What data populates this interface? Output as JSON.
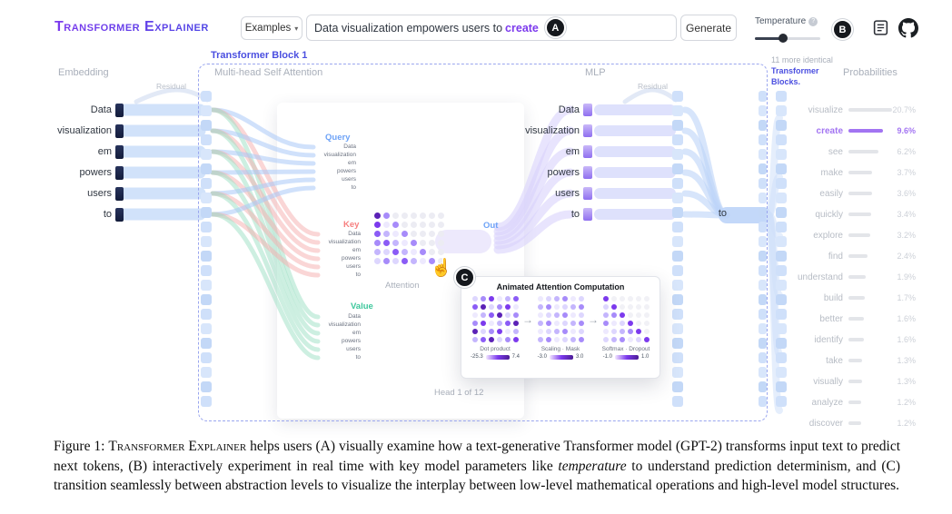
{
  "colors": {
    "accent_purple": "#7c3aed",
    "block_blue": "#4b4fe0",
    "query_blue": "#6ea3f7",
    "key_red": "#f77f7f",
    "value_green": "#3ec79c",
    "flow_blue": "#cfe0fa"
  },
  "header": {
    "logo": "Transformer Explainer",
    "examples_label": "Examples",
    "input_text": "Data visualization empowers users to",
    "input_highlight": "create",
    "badge_a": "A",
    "badge_b": "B",
    "badge_c": "C",
    "generate_label": "Generate",
    "temperature_label": "Temperature"
  },
  "diagram": {
    "embedding_label": "Embedding",
    "residual_label_left": "Residual",
    "residual_label_right": "Residual",
    "block_label": "Transformer Block 1",
    "attention_label": "Multi-head Self Attention",
    "mlp_label": "MLP",
    "probabilities_label": "Probabilities",
    "more_blocks_line1": "11 more identical",
    "more_blocks_line2": "Transformer",
    "more_blocks_line3": "Blocks.",
    "tokens": [
      "Data",
      "visualization",
      "em",
      "powers",
      "users",
      "to"
    ],
    "to_token": "to",
    "query_label": "Query",
    "key_label": "Key",
    "value_label": "Value",
    "out_label": "Out",
    "attention_caption": "Attention",
    "head_label": "Head 1 of 12"
  },
  "popup": {
    "title": "Animated Attention Computation",
    "matrices": [
      {
        "label": "Dot product",
        "min": "-25.3",
        "max": "7.4"
      },
      {
        "label": "Scaling · Mask",
        "min": "-3.0",
        "max": "3.0"
      },
      {
        "label": "Softmax · Dropout",
        "min": "-1.0",
        "max": "1.0"
      }
    ]
  },
  "probabilities": {
    "items": [
      {
        "token": "visualize",
        "pct": "20.7%",
        "bar": 56
      },
      {
        "token": "create",
        "pct": "9.6%",
        "bar": 38
      },
      {
        "token": "see",
        "pct": "6.2%",
        "bar": 33
      },
      {
        "token": "make",
        "pct": "3.7%",
        "bar": 26
      },
      {
        "token": "easily",
        "pct": "3.6%",
        "bar": 26
      },
      {
        "token": "quickly",
        "pct": "3.4%",
        "bar": 25
      },
      {
        "token": "explore",
        "pct": "3.2%",
        "bar": 24
      },
      {
        "token": "find",
        "pct": "2.4%",
        "bar": 21
      },
      {
        "token": "understand",
        "pct": "1.9%",
        "bar": 19
      },
      {
        "token": "build",
        "pct": "1.7%",
        "bar": 18
      },
      {
        "token": "better",
        "pct": "1.6%",
        "bar": 17
      },
      {
        "token": "identify",
        "pct": "1.6%",
        "bar": 17
      },
      {
        "token": "take",
        "pct": "1.3%",
        "bar": 15
      },
      {
        "token": "visually",
        "pct": "1.3%",
        "bar": 15
      },
      {
        "token": "analyze",
        "pct": "1.2%",
        "bar": 14
      },
      {
        "token": "discover",
        "pct": "1.2%",
        "bar": 14
      }
    ]
  },
  "caption": {
    "prefix": "Figure 1: ",
    "smallcaps": "Transformer Explainer",
    "mid1": " helps users (A) visually examine how a text-generative Transformer model (GPT-2) transforms input text to predict next tokens, (B) interactively experiment in real time with key model parameters like ",
    "italic": "temperature",
    "mid2": " to understand prediction determinism, and (C) transition seamlessly between abstraction levels to visualize the interplay between low-level mathematical operations and high-level model structures."
  }
}
